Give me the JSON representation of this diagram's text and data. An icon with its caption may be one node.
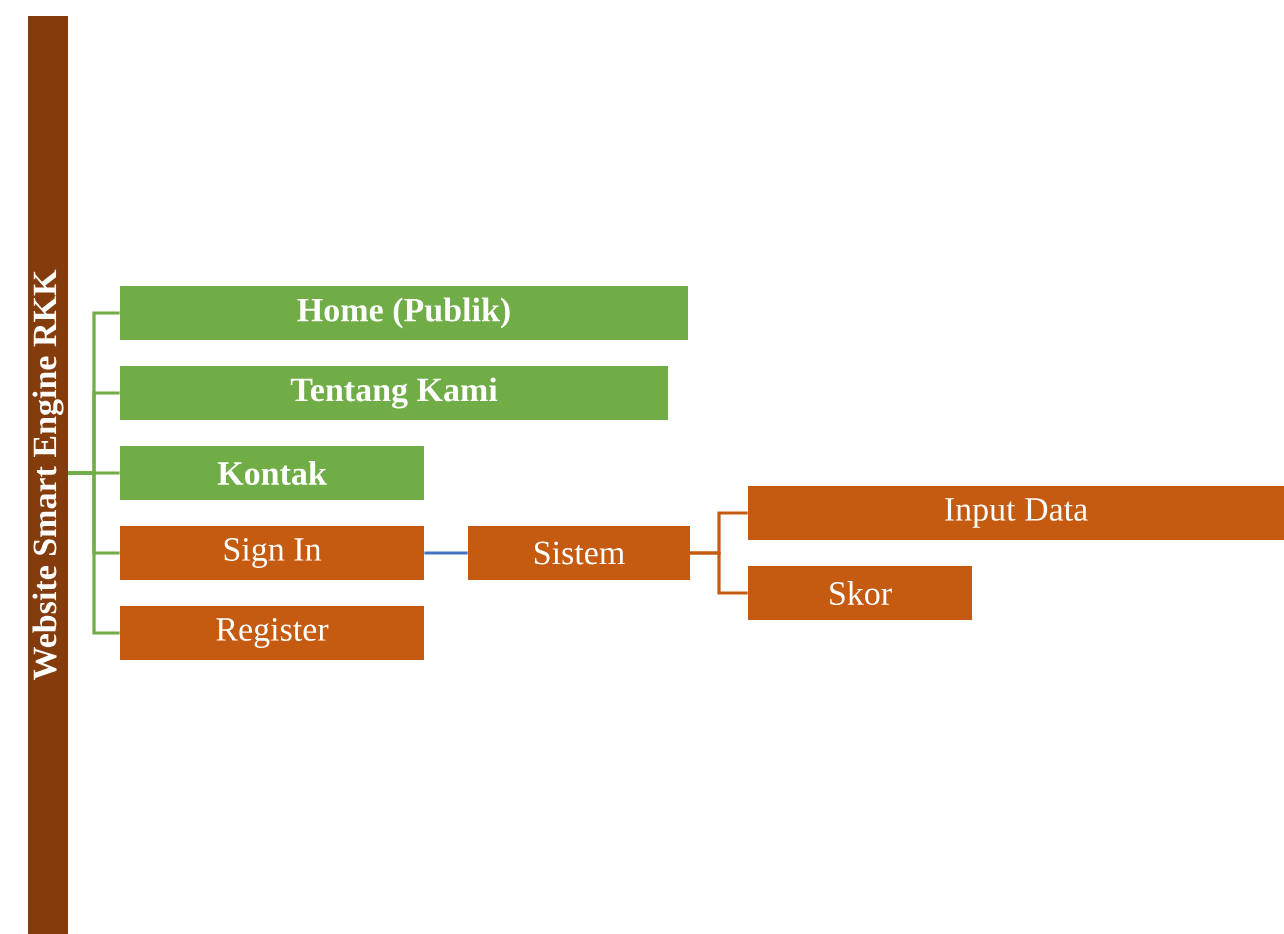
{
  "diagram": {
    "nodes": [
      {
        "text": [
          "Website Smart Engine RKK"
        ]
      },
      {
        "text": [
          "Home (Publik)"
        ]
      },
      {
        "text": [
          "Tentang Kami"
        ]
      },
      {
        "text": [
          "Kontak"
        ]
      },
      {
        "text": [
          "Sign In"
        ]
      },
      {
        "text": [
          "Register"
        ]
      },
      {
        "text": [
          "Sistem"
        ]
      },
      {
        "text": [
          "Input Data"
        ]
      },
      {
        "text": [
          "Skor"
        ]
      }
    ],
    "edges": [
      {
        "from": 0,
        "to": 1,
        "arrow": "none",
        "color": "#70ad47"
      },
      {
        "from": 0,
        "to": 2,
        "arrow": "none",
        "color": "#70ad47"
      },
      {
        "from": 0,
        "to": 3,
        "arrow": "none",
        "color": "#70ad47"
      },
      {
        "from": 0,
        "to": 4,
        "arrow": "none",
        "color": "#70ad47"
      },
      {
        "from": 0,
        "to": 5,
        "arrow": "none",
        "color": "#70ad47"
      },
      {
        "from": 4,
        "to": 6,
        "arrow": "none",
        "color": "#4472c4"
      },
      {
        "from": 6,
        "to": 7,
        "arrow": "none",
        "color": "#c55a11"
      },
      {
        "from": 6,
        "to": 8,
        "arrow": "none",
        "color": "#c55a11"
      }
    ]
  }
}
